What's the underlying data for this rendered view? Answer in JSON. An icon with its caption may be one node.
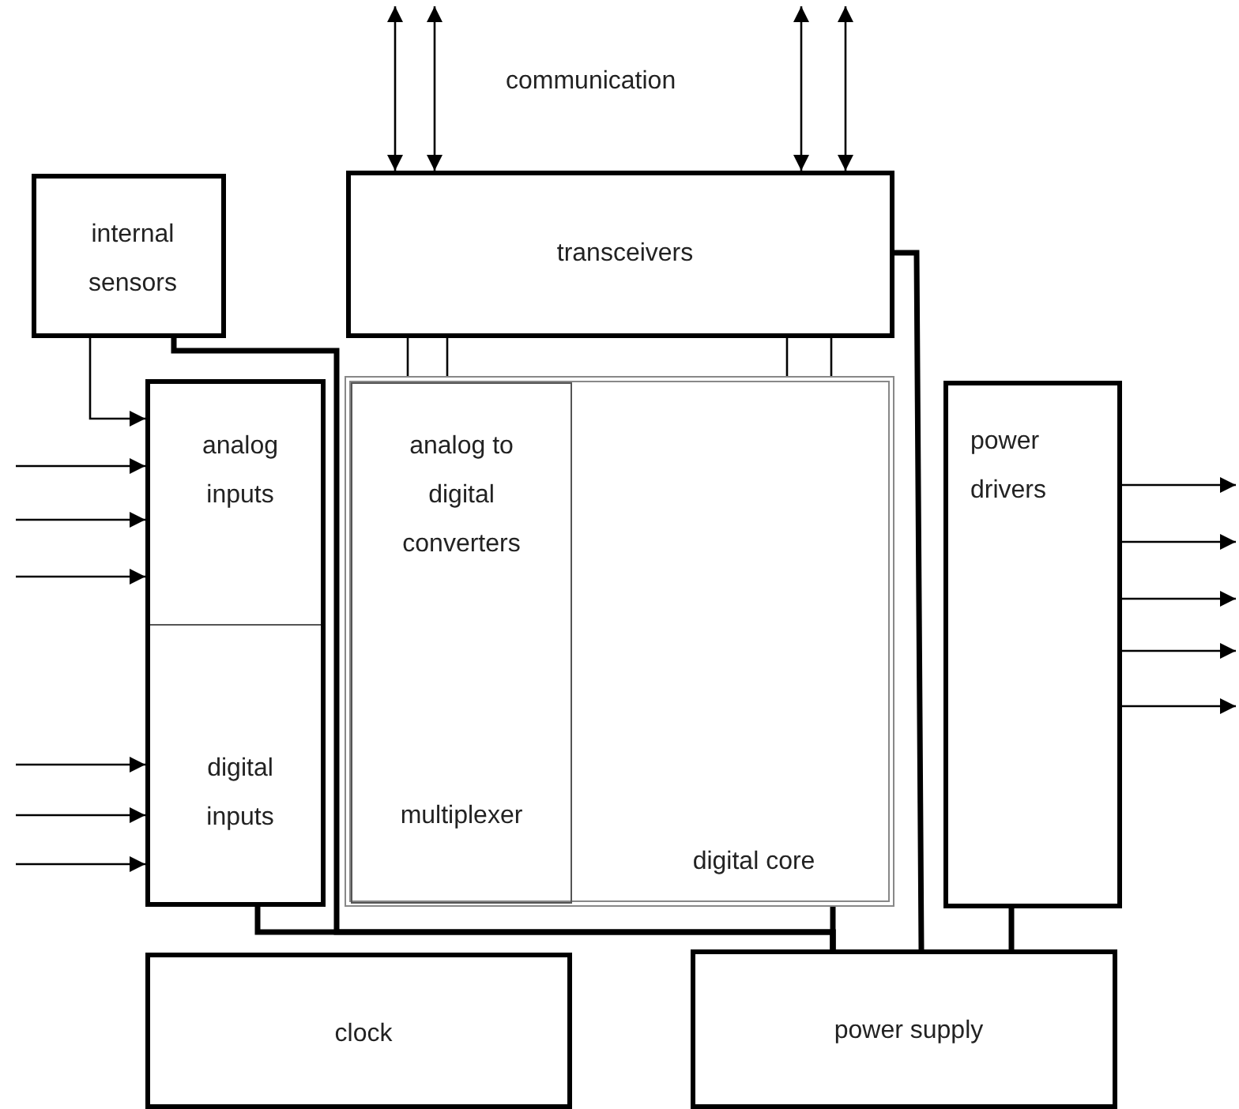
{
  "diagram": {
    "nodes": [
      {
        "text": [
          "internal sensors"
        ]
      },
      {
        "text": [
          "transceivers"
        ]
      },
      {
        "text": [
          "analog inputs"
        ]
      },
      {
        "text": [
          "digital inputs"
        ]
      },
      {
        "text": [
          "digital core"
        ]
      },
      {
        "text": [
          "analog to digital converters",
          "multiplexer"
        ],
        "in": 4
      },
      {
        "text": [
          "power drivers"
        ]
      },
      {
        "text": [
          "clock"
        ]
      },
      {
        "text": [
          "power supply"
        ]
      }
    ],
    "edges": [
      {
        "from": 0,
        "to": 2,
        "arrow": "to"
      },
      {
        "from": null,
        "to": 2,
        "arrow": "to"
      },
      {
        "from": null,
        "to": 2,
        "arrow": "to"
      },
      {
        "from": null,
        "to": 2,
        "arrow": "to"
      },
      {
        "from": null,
        "to": 3,
        "arrow": "to"
      },
      {
        "from": null,
        "to": 3,
        "arrow": "to"
      },
      {
        "from": null,
        "to": 3,
        "arrow": "to"
      },
      {
        "from": 6,
        "to": null,
        "arrow": "to"
      },
      {
        "from": 6,
        "to": null,
        "arrow": "to"
      },
      {
        "from": 6,
        "to": null,
        "arrow": "to"
      },
      {
        "from": 6,
        "to": null,
        "arrow": "to"
      },
      {
        "from": 6,
        "to": null,
        "arrow": "to"
      },
      {
        "from": null,
        "to": 1,
        "arrow": "both"
      },
      {
        "from": null,
        "to": 1,
        "arrow": "both"
      },
      {
        "from": null,
        "to": 1,
        "arrow": "both"
      },
      {
        "from": null,
        "to": 1,
        "arrow": "both"
      },
      {
        "from": 1,
        "to": 4,
        "arrow": "none"
      },
      {
        "from": 1,
        "to": 4,
        "arrow": "none"
      },
      {
        "from": 1,
        "to": 4,
        "arrow": "none"
      },
      {
        "from": 1,
        "to": 4,
        "arrow": "none"
      },
      {
        "from": 0,
        "to": 8,
        "arrow": "none",
        "style": "thick"
      },
      {
        "from": 3,
        "to": 8,
        "arrow": "none",
        "style": "thick"
      },
      {
        "from": 4,
        "to": 8,
        "arrow": "none",
        "style": "thick"
      },
      {
        "from": 1,
        "to": 8,
        "arrow": "none",
        "style": "thick"
      },
      {
        "from": 6,
        "to": 8,
        "arrow": "none",
        "style": "thick"
      }
    ],
    "labels": [
      "communication"
    ]
  }
}
